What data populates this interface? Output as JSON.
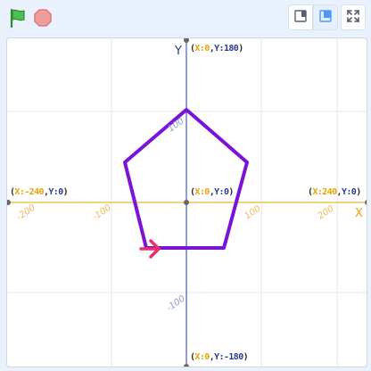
{
  "toolbar": {
    "green_flag": "green-flag-icon",
    "stop": "stop-sign-icon",
    "small_stage": "small-stage-icon",
    "large_stage": "large-stage-icon",
    "fullscreen": "fullscreen-icon"
  },
  "stage": {
    "axis_x_letter": "X",
    "axis_y_letter": "Y",
    "labels": {
      "top": {
        "x": "X:0",
        "y": "Y:180"
      },
      "left": {
        "x": "X:-240",
        "y": "Y:0"
      },
      "center": {
        "x": "X:0",
        "y": "Y:0"
      },
      "right": {
        "x": "X:240",
        "y": "Y:0"
      },
      "bottom": {
        "x": "X:0",
        "y": "Y:-180"
      }
    },
    "x_ticks": [
      "-200",
      "-100",
      "100",
      "200"
    ],
    "y_ticks": [
      "100",
      "-100"
    ],
    "colors": {
      "pentagon": "#7a12d8",
      "arrow": "#e8306e",
      "x_axis": "#e8a300",
      "y_axis": "#2a3c90",
      "grid": "#e6e6e6"
    }
  }
}
